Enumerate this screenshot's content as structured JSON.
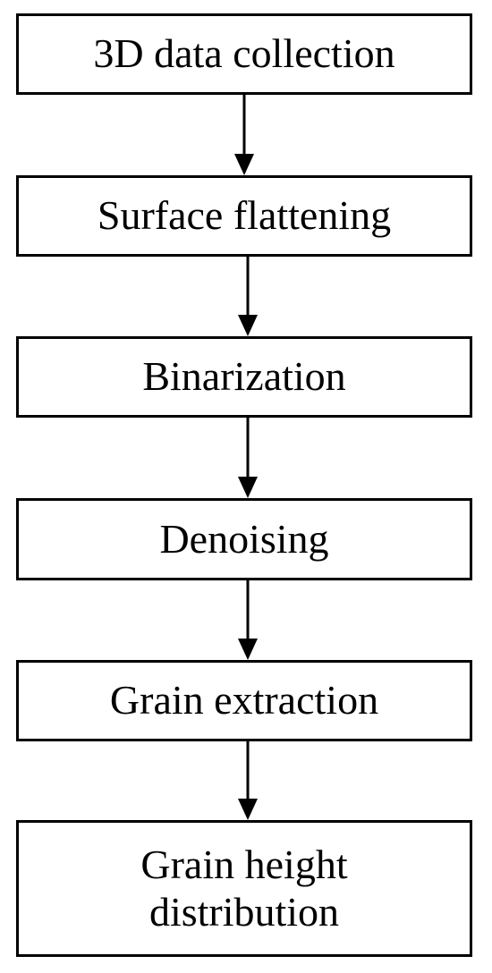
{
  "steps": [
    {
      "label": "3D data collection"
    },
    {
      "label": "Surface flattening"
    },
    {
      "label": "Binarization"
    },
    {
      "label": "Denoising"
    },
    {
      "label": "Grain extraction"
    },
    {
      "label": "Grain height\ndistribution"
    }
  ],
  "colors": {
    "stroke": "#000000",
    "background": "#ffffff"
  }
}
